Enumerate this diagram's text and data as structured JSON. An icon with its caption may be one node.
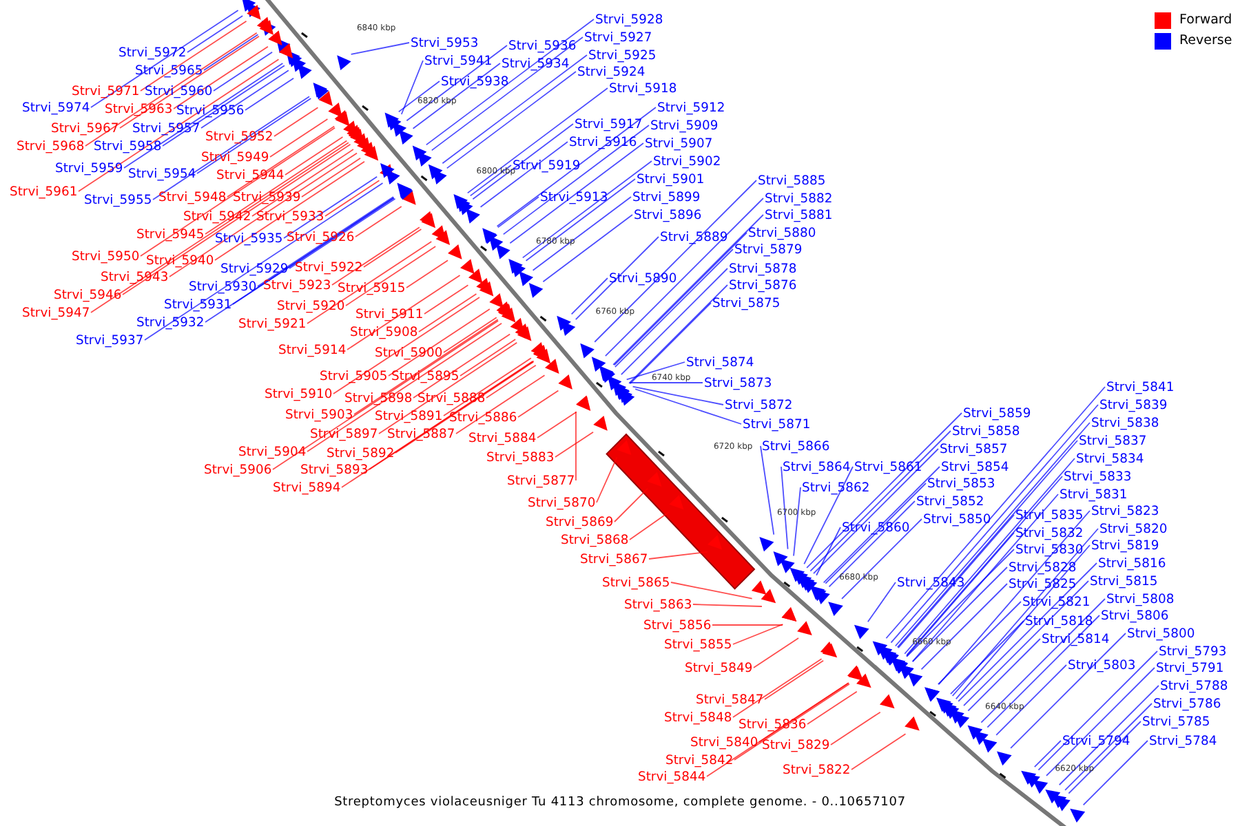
{
  "diagram": {
    "caption": "Streptomyces violaceusniger Tu 4113 chromosome, complete genome. - 0..10657107",
    "nodes": [
      {
        "text": [
          "Strvi_5928"
        ]
      },
      {
        "text": [
          "Strvi_5927"
        ]
      },
      {
        "text": [
          "Strvi_5953"
        ]
      },
      {
        "text": [
          "Strvi_5936"
        ]
      },
      {
        "text": [
          "Strvi_5972"
        ]
      },
      {
        "text": [
          "Strvi_5925"
        ]
      },
      {
        "text": [
          "Strvi_5941"
        ]
      },
      {
        "text": [
          "Strvi_5934"
        ]
      },
      {
        "text": [
          "Strvi_5965"
        ]
      },
      {
        "text": [
          "Strvi_5924"
        ]
      },
      {
        "text": [
          "Strvi_5938"
        ]
      },
      {
        "text": [
          "Strvi_5918"
        ]
      },
      {
        "text": [
          "Strvi_5971"
        ]
      },
      {
        "text": [
          "Strvi_5960"
        ]
      },
      {
        "text": [
          "Strvi_5974"
        ]
      },
      {
        "text": [
          "Strvi_5912"
        ]
      },
      {
        "text": [
          "Strvi_5963"
        ]
      },
      {
        "text": [
          "Strvi_5956"
        ]
      },
      {
        "text": [
          "Strvi_5917"
        ]
      },
      {
        "text": [
          "Strvi_5909"
        ]
      },
      {
        "text": [
          "Strvi_5967"
        ]
      },
      {
        "text": [
          "Strvi_5957"
        ]
      },
      {
        "text": [
          "Strvi_5952"
        ]
      },
      {
        "text": [
          "Strvi_5916"
        ]
      },
      {
        "text": [
          "Strvi_5907"
        ]
      },
      {
        "text": [
          "Strvi_5968"
        ]
      },
      {
        "text": [
          "Strvi_5958"
        ]
      },
      {
        "text": [
          "Strvi_5949"
        ]
      },
      {
        "text": [
          "Strvi_5902"
        ]
      },
      {
        "text": [
          "Strvi_5919"
        ]
      },
      {
        "text": [
          "Strvi_5959"
        ]
      },
      {
        "text": [
          "Strvi_5954"
        ]
      },
      {
        "text": [
          "Strvi_5944"
        ]
      },
      {
        "text": [
          "Strvi_5901"
        ]
      },
      {
        "text": [
          "Strvi_5885"
        ]
      },
      {
        "text": [
          "Strvi_5961"
        ]
      },
      {
        "text": [
          "Strvi_5948"
        ]
      },
      {
        "text": [
          "Strvi_5939"
        ]
      },
      {
        "text": [
          "Strvi_5913"
        ]
      },
      {
        "text": [
          "Strvi_5899"
        ]
      },
      {
        "text": [
          "Strvi_5882"
        ]
      },
      {
        "text": [
          "Strvi_5955"
        ]
      },
      {
        "text": [
          "Strvi_5896"
        ]
      },
      {
        "text": [
          "Strvi_5881"
        ]
      },
      {
        "text": [
          "Strvi_5942"
        ]
      },
      {
        "text": [
          "Strvi_5933"
        ]
      },
      {
        "text": [
          "Strvi_5880"
        ]
      },
      {
        "text": [
          "Strvi_5945"
        ]
      },
      {
        "text": [
          "Strvi_5926"
        ]
      },
      {
        "text": [
          "Strvi_5889"
        ]
      },
      {
        "text": [
          "Strvi_5935"
        ]
      },
      {
        "text": [
          "Strvi_5879"
        ]
      },
      {
        "text": [
          "Strvi_5950"
        ]
      },
      {
        "text": [
          "Strvi_5940"
        ]
      },
      {
        "text": [
          "Strvi_5922"
        ]
      },
      {
        "text": [
          "Strvi_5929"
        ]
      },
      {
        "text": [
          "Strvi_5878"
        ]
      },
      {
        "text": [
          "Strvi_5943"
        ]
      },
      {
        "text": [
          "Strvi_5890"
        ]
      },
      {
        "text": [
          "Strvi_5923"
        ]
      },
      {
        "text": [
          "Strvi_5930"
        ]
      },
      {
        "text": [
          "Strvi_5876"
        ]
      },
      {
        "text": [
          "Strvi_5915"
        ]
      },
      {
        "text": [
          "Strvi_5946"
        ]
      },
      {
        "text": [
          "Strvi_5875"
        ]
      },
      {
        "text": [
          "Strvi_5931"
        ]
      },
      {
        "text": [
          "Strvi_5920"
        ]
      },
      {
        "text": [
          "Strvi_5947"
        ]
      },
      {
        "text": [
          "Strvi_5911"
        ]
      },
      {
        "text": [
          "Strvi_5932"
        ]
      },
      {
        "text": [
          "Strvi_5921"
        ]
      },
      {
        "text": [
          "Strvi_5908"
        ]
      },
      {
        "text": [
          "Strvi_5937"
        ]
      },
      {
        "text": [
          "Strvi_5914"
        ]
      },
      {
        "text": [
          "Strvi_5900"
        ]
      },
      {
        "text": [
          "Strvi_5874"
        ]
      },
      {
        "text": [
          "Strvi_5905"
        ]
      },
      {
        "text": [
          "Strvi_5895"
        ]
      },
      {
        "text": [
          "Strvi_5873"
        ]
      },
      {
        "text": [
          "Strvi_5841"
        ]
      },
      {
        "text": [
          "Strvi_5910"
        ]
      },
      {
        "text": [
          "Strvi_5898"
        ]
      },
      {
        "text": [
          "Strvi_5888"
        ]
      },
      {
        "text": [
          "Strvi_5839"
        ]
      },
      {
        "text": [
          "Strvi_5872"
        ]
      },
      {
        "text": [
          "Strvi_5859"
        ]
      },
      {
        "text": [
          "Strvi_5903"
        ]
      },
      {
        "text": [
          "Strvi_5891"
        ]
      },
      {
        "text": [
          "Strvi_5886"
        ]
      },
      {
        "text": [
          "Strvi_5838"
        ]
      },
      {
        "text": [
          "Strvi_5871"
        ]
      },
      {
        "text": [
          "Strvi_5858"
        ]
      },
      {
        "text": [
          "Strvi_5897"
        ]
      },
      {
        "text": [
          "Strvi_5887"
        ]
      },
      {
        "text": [
          "Strvi_5884"
        ]
      },
      {
        "text": [
          "Strvi_5837"
        ]
      },
      {
        "text": [
          "Strvi_5866"
        ]
      },
      {
        "text": [
          "Strvi_5857"
        ]
      },
      {
        "text": [
          "Strvi_5904"
        ]
      },
      {
        "text": [
          "Strvi_5892"
        ]
      },
      {
        "text": [
          "Strvi_5883"
        ]
      },
      {
        "text": [
          "Strvi_5834"
        ]
      },
      {
        "text": [
          "Strvi_5864"
        ]
      },
      {
        "text": [
          "Strvi_5861"
        ]
      },
      {
        "text": [
          "Strvi_5854"
        ]
      },
      {
        "text": [
          "Strvi_5906"
        ]
      },
      {
        "text": [
          "Strvi_5893"
        ]
      },
      {
        "text": [
          "Strvi_5833"
        ]
      },
      {
        "text": [
          "Strvi_5877"
        ]
      },
      {
        "text": [
          "Strvi_5853"
        ]
      },
      {
        "text": [
          "Strvi_5894"
        ]
      },
      {
        "text": [
          "Strvi_5862"
        ]
      },
      {
        "text": [
          "Strvi_5831"
        ]
      },
      {
        "text": [
          "Strvi_5852"
        ]
      },
      {
        "text": [
          "Strvi_5870"
        ]
      },
      {
        "text": [
          "Strvi_5823"
        ]
      },
      {
        "text": [
          "Strvi_5835"
        ]
      },
      {
        "text": [
          "Strvi_5850"
        ]
      },
      {
        "text": [
          "Strvi_5869"
        ]
      },
      {
        "text": [
          "Strvi_5860"
        ]
      },
      {
        "text": [
          "Strvi_5820"
        ]
      },
      {
        "text": [
          "Strvi_5832"
        ]
      },
      {
        "text": [
          "Strvi_5868"
        ]
      },
      {
        "text": [
          "Strvi_5819"
        ]
      },
      {
        "text": [
          "Strvi_5830"
        ]
      },
      {
        "text": [
          "Strvi_5867"
        ]
      },
      {
        "text": [
          "Strvi_5816"
        ]
      },
      {
        "text": [
          "Strvi_5828"
        ]
      },
      {
        "text": [
          "Strvi_5815"
        ]
      },
      {
        "text": [
          "Strvi_5865"
        ]
      },
      {
        "text": [
          "Strvi_5843"
        ]
      },
      {
        "text": [
          "Strvi_5825"
        ]
      },
      {
        "text": [
          "Strvi_5808"
        ]
      },
      {
        "text": [
          "Strvi_5821"
        ]
      },
      {
        "text": [
          "Strvi_5863"
        ]
      },
      {
        "text": [
          "Strvi_5806"
        ]
      },
      {
        "text": [
          "Strvi_5818"
        ]
      },
      {
        "text": [
          "Strvi_5856"
        ]
      },
      {
        "text": [
          "Strvi_5800"
        ]
      },
      {
        "text": [
          "Strvi_5814"
        ]
      },
      {
        "text": [
          "Strvi_5855"
        ]
      },
      {
        "text": [
          "Strvi_5793"
        ]
      },
      {
        "text": [
          "Strvi_5803"
        ]
      },
      {
        "text": [
          "Strvi_5849"
        ]
      },
      {
        "text": [
          "Strvi_5791"
        ]
      },
      {
        "text": [
          "Strvi_5788"
        ]
      },
      {
        "text": [
          "Strvi_5847"
        ]
      },
      {
        "text": [
          "Strvi_5786"
        ]
      },
      {
        "text": [
          "Strvi_5848"
        ]
      },
      {
        "text": [
          "Strvi_5785"
        ]
      },
      {
        "text": [
          "Strvi_5836"
        ]
      },
      {
        "text": [
          "Strvi_5794"
        ]
      },
      {
        "text": [
          "Strvi_5784"
        ]
      },
      {
        "text": [
          "Strvi_5840"
        ]
      },
      {
        "text": [
          "Strvi_5829"
        ]
      },
      {
        "text": [
          "Strvi_5842"
        ]
      },
      {
        "text": [
          "Strvi_5822"
        ]
      },
      {
        "text": [
          "Strvi_5844"
        ]
      },
      {
        "text": [],
        "shape": "triangle"
      },
      {
        "text": [],
        "shape": "triangle"
      },
      {
        "text": [],
        "shape": "triangle"
      },
      {
        "text": [],
        "shape": "triangle"
      },
      {
        "text": [],
        "shape": "triangle"
      },
      {
        "text": [],
        "shape": "triangle"
      },
      {
        "text": [],
        "shape": "triangle"
      },
      {
        "text": [],
        "shape": "triangle"
      },
      {
        "text": [],
        "shape": "triangle"
      },
      {
        "text": [],
        "shape": "triangle"
      },
      {
        "text": [],
        "shape": "triangle"
      },
      {
        "text": [],
        "shape": "triangle"
      },
      {
        "text": [],
        "shape": "triangle"
      },
      {
        "text": [],
        "shape": "triangle"
      },
      {
        "text": [],
        "shape": "triangle"
      },
      {
        "text": [],
        "shape": "triangle"
      },
      {
        "text": [],
        "shape": "triangle"
      },
      {
        "text": [],
        "shape": "triangle"
      },
      {
        "text": [],
        "shape": "triangle"
      },
      {
        "text": [],
        "shape": "triangle"
      },
      {
        "text": [],
        "shape": "triangle"
      },
      {
        "text": [],
        "shape": "triangle"
      },
      {
        "text": [],
        "shape": "triangle"
      },
      {
        "text": [],
        "shape": "triangle"
      },
      {
        "text": [],
        "shape": "triangle"
      },
      {
        "text": [],
        "shape": "triangle"
      },
      {
        "text": [],
        "shape": "triangle"
      },
      {
        "text": [],
        "shape": "triangle"
      },
      {
        "text": [],
        "shape": "triangle"
      },
      {
        "text": [],
        "shape": "triangle"
      },
      {
        "text": [],
        "shape": "triangle"
      },
      {
        "text": [],
        "shape": "triangle"
      },
      {
        "text": [],
        "shape": "triangle"
      },
      {
        "text": [],
        "shape": "triangle"
      },
      {
        "text": [],
        "shape": "triangle"
      },
      {
        "text": [],
        "shape": "triangle"
      },
      {
        "text": [],
        "shape": "triangle"
      },
      {
        "text": [],
        "shape": "triangle"
      },
      {
        "text": [],
        "shape": "triangle"
      },
      {
        "text": [],
        "shape": "triangle"
      },
      {
        "text": [],
        "shape": "triangle"
      },
      {
        "text": [],
        "shape": "triangle"
      },
      {
        "text": [],
        "shape": "triangle"
      },
      {
        "text": [],
        "shape": "triangle"
      },
      {
        "text": [],
        "shape": "triangle"
      },
      {
        "text": [],
        "shape": "triangle"
      },
      {
        "text": [],
        "shape": "triangle"
      },
      {
        "text": [],
        "shape": "triangle"
      },
      {
        "text": [],
        "shape": "triangle"
      },
      {
        "text": [],
        "shape": "triangle"
      },
      {
        "text": [],
        "shape": "triangle"
      },
      {
        "text": [],
        "shape": "triangle"
      },
      {
        "text": [],
        "shape": "triangle"
      },
      {
        "text": [],
        "shape": "triangle"
      },
      {
        "text": [],
        "shape": "triangle"
      },
      {
        "text": [],
        "shape": "triangle"
      },
      {
        "text": [],
        "shape": "triangle"
      },
      {
        "text": [],
        "shape": "triangle"
      },
      {
        "text": [],
        "shape": "triangle"
      },
      {
        "text": [],
        "shape": "triangle"
      },
      {
        "text": [],
        "shape": "triangle"
      },
      {
        "text": [],
        "shape": "triangle"
      },
      {
        "text": [],
        "shape": "triangle"
      },
      {
        "text": [],
        "shape": "triangle"
      },
      {
        "text": [],
        "shape": "triangle"
      },
      {
        "text": [],
        "shape": "triangle"
      },
      {
        "text": [],
        "shape": "triangle"
      },
      {
        "text": [],
        "shape": "triangle"
      },
      {
        "text": [],
        "shape": "triangle"
      },
      {
        "text": [],
        "shape": "triangle"
      },
      {
        "text": [],
        "shape": "triangle"
      },
      {
        "text": [],
        "shape": "triangle"
      },
      {
        "text": [],
        "shape": "triangle"
      },
      {
        "text": [],
        "shape": "triangle"
      },
      {
        "text": [],
        "shape": "triangle"
      },
      {
        "text": [],
        "shape": "triangle"
      },
      {
        "text": [],
        "shape": "triangle"
      },
      {
        "text": [],
        "shape": "triangle"
      },
      {
        "text": [],
        "shape": "triangle"
      },
      {
        "text": [],
        "shape": "triangle"
      },
      {
        "text": [],
        "shape": "triangle"
      },
      {
        "text": [],
        "shape": "triangle"
      },
      {
        "text": [],
        "shape": "triangle"
      },
      {
        "text": [],
        "shape": "triangle"
      },
      {
        "text": [],
        "shape": "triangle"
      },
      {
        "text": [],
        "shape": "triangle"
      },
      {
        "text": [],
        "shape": "triangle"
      },
      {
        "text": [],
        "shape": "triangle"
      },
      {
        "text": [],
        "shape": "triangle"
      },
      {
        "text": [],
        "shape": "triangle"
      },
      {
        "text": [],
        "shape": "triangle"
      },
      {
        "text": [],
        "shape": "triangle"
      },
      {
        "text": [],
        "shape": "triangle"
      },
      {
        "text": [],
        "shape": "triangle"
      },
      {
        "text": [],
        "shape": "triangle"
      },
      {
        "text": [],
        "shape": "triangle"
      },
      {
        "text": [],
        "shape": "triangle"
      },
      {
        "text": [],
        "shape": "triangle"
      },
      {
        "text": [],
        "shape": "triangle"
      },
      {
        "text": [],
        "shape": "triangle"
      },
      {
        "text": [],
        "shape": "triangle"
      },
      {
        "text": [],
        "shape": "triangle"
      },
      {
        "text": [],
        "shape": "triangle"
      },
      {
        "text": [],
        "shape": "triangle"
      },
      {
        "text": [],
        "shape": "triangle"
      },
      {
        "text": [],
        "shape": "triangle"
      },
      {
        "text": [],
        "shape": "triangle"
      },
      {
        "text": [],
        "shape": "triangle"
      },
      {
        "text": [],
        "shape": "triangle"
      },
      {
        "text": [],
        "shape": "triangle"
      },
      {
        "text": [],
        "shape": "triangle"
      },
      {
        "text": [],
        "shape": "triangle"
      },
      {
        "text": [],
        "shape": "triangle"
      },
      {
        "text": [],
        "shape": "triangle"
      },
      {
        "text": [],
        "shape": "triangle"
      },
      {
        "text": [],
        "shape": "triangle"
      },
      {
        "text": [],
        "shape": "triangle"
      },
      {
        "text": [],
        "shape": "triangle"
      },
      {
        "text": [],
        "shape": "triangle"
      },
      {
        "text": [],
        "shape": "triangle"
      },
      {
        "text": [],
        "shape": "triangle"
      },
      {
        "text": [],
        "shape": "triangle"
      },
      {
        "text": [],
        "shape": "triangle"
      },
      {
        "text": [],
        "shape": "triangle"
      },
      {
        "text": [],
        "shape": "triangle"
      },
      {
        "text": [],
        "shape": "triangle"
      },
      {
        "text": [],
        "shape": "triangle"
      },
      {
        "text": [],
        "shape": "triangle"
      },
      {
        "text": [],
        "shape": "triangle"
      },
      {
        "text": [],
        "shape": "triangle"
      },
      {
        "text": [],
        "shape": "triangle"
      },
      {
        "text": [],
        "shape": "triangle"
      },
      {
        "text": [],
        "shape": "triangle"
      },
      {
        "text": [],
        "shape": "triangle"
      },
      {
        "text": [],
        "shape": "triangle"
      },
      {
        "text": [],
        "shape": "triangle"
      },
      {
        "text": [],
        "shape": "triangle"
      },
      {
        "text": [],
        "shape": "triangle"
      },
      {
        "text": [],
        "shape": "triangle"
      },
      {
        "text": [],
        "shape": "triangle"
      },
      {
        "text": [],
        "shape": "triangle"
      },
      {
        "text": [],
        "shape": "triangle"
      },
      {
        "text": [],
        "shape": "triangle"
      },
      {
        "text": [],
        "shape": "triangle"
      },
      {
        "text": [],
        "shape": "triangle"
      },
      {
        "text": [],
        "shape": "triangle"
      },
      {
        "text": [],
        "shape": "triangle"
      },
      {
        "text": [],
        "shape": "triangle"
      },
      {
        "text": [],
        "shape": "triangle"
      },
      {
        "text": [],
        "shape": "triangle"
      },
      {
        "text": [],
        "shape": "triangle"
      },
      {
        "text": [],
        "shape": "triangle"
      },
      {
        "text": [],
        "shape": "triangle"
      },
      {
        "text": [],
        "shape": "triangle"
      },
      {
        "text": [],
        "shape": "triangle"
      },
      {
        "text": [],
        "shape": "triangle"
      },
      {
        "text": [],
        "shape": "triangle"
      },
      {
        "text": [],
        "shape": "triangle"
      }
    ],
    "edges": [
      {
        "from": 0,
        "to": 158,
        "arrow": "none"
      },
      {
        "from": 1,
        "to": 159,
        "arrow": "none"
      },
      {
        "from": 2,
        "to": 160,
        "arrow": "none"
      },
      {
        "from": 3,
        "to": 161,
        "arrow": "none"
      },
      {
        "from": 4,
        "to": 162,
        "arrow": "none"
      },
      {
        "from": 5,
        "to": 163,
        "arrow": "none"
      },
      {
        "from": 6,
        "to": 164,
        "arrow": "none"
      },
      {
        "from": 7,
        "to": 165,
        "arrow": "none"
      },
      {
        "from": 8,
        "to": 166,
        "arrow": "none"
      },
      {
        "from": 9,
        "to": 167,
        "arrow": "none"
      },
      {
        "from": 10,
        "to": 168,
        "arrow": "none"
      },
      {
        "from": 11,
        "to": 169,
        "arrow": "none"
      },
      {
        "from": 12,
        "to": 170,
        "arrow": "none",
        "color": "#ff0000"
      },
      {
        "from": 13,
        "to": 171,
        "arrow": "none"
      },
      {
        "from": 14,
        "to": 172,
        "arrow": "none"
      },
      {
        "from": 15,
        "to": 173,
        "arrow": "none"
      },
      {
        "from": 16,
        "to": 174,
        "arrow": "none",
        "color": "#ff0000"
      },
      {
        "from": 17,
        "to": 175,
        "arrow": "none"
      },
      {
        "from": 18,
        "to": 176,
        "arrow": "none"
      },
      {
        "from": 19,
        "to": 177,
        "arrow": "none"
      },
      {
        "from": 20,
        "to": 178,
        "arrow": "none",
        "color": "#ff0000"
      },
      {
        "from": 21,
        "to": 179,
        "arrow": "none"
      },
      {
        "from": 22,
        "to": 180,
        "arrow": "none",
        "color": "#ff0000"
      },
      {
        "from": 23,
        "to": 181,
        "arrow": "none"
      },
      {
        "from": 24,
        "to": 182,
        "arrow": "none"
      },
      {
        "from": 25,
        "to": 183,
        "arrow": "none",
        "color": "#ff0000"
      },
      {
        "from": 26,
        "to": 184,
        "arrow": "none"
      },
      {
        "from": 27,
        "to": 185,
        "arrow": "none",
        "color": "#ff0000"
      },
      {
        "from": 28,
        "to": 186,
        "arrow": "none"
      },
      {
        "from": 29,
        "to": 187,
        "arrow": "none"
      },
      {
        "from": 30,
        "to": 188,
        "arrow": "none"
      },
      {
        "from": 31,
        "to": 189,
        "arrow": "none"
      },
      {
        "from": 32,
        "to": 190,
        "arrow": "none",
        "color": "#ff0000"
      },
      {
        "from": 33,
        "to": 191,
        "arrow": "none"
      },
      {
        "from": 34,
        "to": 192,
        "arrow": "none"
      },
      {
        "from": 35,
        "to": 193,
        "arrow": "none",
        "color": "#ff0000"
      },
      {
        "from": 36,
        "to": 194,
        "arrow": "none",
        "color": "#ff0000"
      },
      {
        "from": 37,
        "to": 195,
        "arrow": "none",
        "color": "#ff0000"
      },
      {
        "from": 38,
        "to": 196,
        "arrow": "none"
      },
      {
        "from": 39,
        "to": 197,
        "arrow": "none"
      },
      {
        "from": 40,
        "to": 198,
        "arrow": "none"
      },
      {
        "from": 41,
        "to": 199,
        "arrow": "none"
      },
      {
        "from": 42,
        "to": 200,
        "arrow": "none"
      },
      {
        "from": 43,
        "to": 201,
        "arrow": "none"
      },
      {
        "from": 44,
        "to": 202,
        "arrow": "none",
        "color": "#ff0000"
      },
      {
        "from": 45,
        "to": 203,
        "arrow": "none",
        "color": "#ff0000"
      },
      {
        "from": 46,
        "to": 204,
        "arrow": "none"
      },
      {
        "from": 47,
        "to": 205,
        "arrow": "none",
        "color": "#ff0000"
      },
      {
        "from": 48,
        "to": 206,
        "arrow": "none",
        "color": "#ff0000"
      },
      {
        "from": 49,
        "to": 207,
        "arrow": "none"
      },
      {
        "from": 50,
        "to": 208,
        "arrow": "none"
      },
      {
        "from": 51,
        "to": 209,
        "arrow": "none"
      },
      {
        "from": 52,
        "to": 210,
        "arrow": "none",
        "color": "#ff0000"
      },
      {
        "from": 53,
        "to": 211,
        "arrow": "none",
        "color": "#ff0000"
      },
      {
        "from": 54,
        "to": 212,
        "arrow": "none",
        "color": "#ff0000"
      },
      {
        "from": 55,
        "to": 213,
        "arrow": "none"
      },
      {
        "from": 56,
        "to": 214,
        "arrow": "none"
      },
      {
        "from": 57,
        "to": 215,
        "arrow": "none",
        "color": "#ff0000"
      },
      {
        "from": 58,
        "to": 216,
        "arrow": "none"
      },
      {
        "from": 59,
        "to": 217,
        "arrow": "none",
        "color": "#ff0000"
      },
      {
        "from": 60,
        "to": 218,
        "arrow": "none"
      },
      {
        "from": 61,
        "to": 219,
        "arrow": "none"
      },
      {
        "from": 62,
        "to": 220,
        "arrow": "none",
        "color": "#ff0000"
      },
      {
        "from": 63,
        "to": 221,
        "arrow": "none",
        "color": "#ff0000"
      },
      {
        "from": 64,
        "to": 222,
        "arrow": "none"
      },
      {
        "from": 65,
        "to": 223,
        "arrow": "none"
      },
      {
        "from": 66,
        "to": 224,
        "arrow": "none",
        "color": "#ff0000"
      },
      {
        "from": 67,
        "to": 225,
        "arrow": "none",
        "color": "#ff0000"
      },
      {
        "from": 68,
        "to": 226,
        "arrow": "none",
        "color": "#ff0000"
      },
      {
        "from": 69,
        "to": 227,
        "arrow": "none"
      },
      {
        "from": 70,
        "to": 228,
        "arrow": "none",
        "color": "#ff0000"
      },
      {
        "from": 71,
        "to": 229,
        "arrow": "none",
        "color": "#ff0000"
      },
      {
        "from": 72,
        "to": 230,
        "arrow": "none"
      },
      {
        "from": 73,
        "to": 231,
        "arrow": "none",
        "color": "#ff0000"
      },
      {
        "from": 74,
        "to": 232,
        "arrow": "none",
        "color": "#ff0000"
      },
      {
        "from": 75,
        "to": 233,
        "arrow": "none"
      },
      {
        "from": 76,
        "to": 234,
        "arrow": "none",
        "color": "#ff0000"
      },
      {
        "from": 77,
        "to": 235,
        "arrow": "none",
        "color": "#ff0000"
      },
      {
        "from": 78,
        "to": 236,
        "arrow": "none"
      },
      {
        "from": 79,
        "to": 237,
        "arrow": "none"
      },
      {
        "from": 80,
        "to": 238,
        "arrow": "none",
        "color": "#ff0000"
      },
      {
        "from": 81,
        "to": 239,
        "arrow": "none",
        "color": "#ff0000"
      },
      {
        "from": 82,
        "to": 240,
        "arrow": "none",
        "color": "#ff0000"
      },
      {
        "from": 83,
        "to": 241,
        "arrow": "none"
      },
      {
        "from": 84,
        "to": 242,
        "arrow": "none"
      },
      {
        "from": 85,
        "to": 243,
        "arrow": "none"
      },
      {
        "from": 86,
        "to": 244,
        "arrow": "none",
        "color": "#ff0000"
      },
      {
        "from": 87,
        "to": 245,
        "arrow": "none",
        "color": "#ff0000"
      },
      {
        "from": 88,
        "to": 246,
        "arrow": "none",
        "color": "#ff0000"
      },
      {
        "from": 89,
        "to": 247,
        "arrow": "none"
      },
      {
        "from": 90,
        "to": 248,
        "arrow": "none"
      },
      {
        "from": 91,
        "to": 249,
        "arrow": "none"
      },
      {
        "from": 92,
        "to": 250,
        "arrow": "none",
        "color": "#ff0000"
      },
      {
        "from": 93,
        "to": 251,
        "arrow": "none",
        "color": "#ff0000"
      },
      {
        "from": 94,
        "to": 252,
        "arrow": "none",
        "color": "#ff0000"
      },
      {
        "from": 95,
        "to": 253,
        "arrow": "none"
      },
      {
        "from": 96,
        "to": 254,
        "arrow": "none"
      },
      {
        "from": 97,
        "to": 255,
        "arrow": "none"
      },
      {
        "from": 98,
        "to": 256,
        "arrow": "none",
        "color": "#ff0000"
      },
      {
        "from": 99,
        "to": 257,
        "arrow": "none",
        "color": "#ff0000"
      },
      {
        "from": 100,
        "to": 258,
        "arrow": "none",
        "color": "#ff0000"
      },
      {
        "from": 101,
        "to": 259,
        "arrow": "none"
      },
      {
        "from": 102,
        "to": 260,
        "arrow": "none"
      },
      {
        "from": 103,
        "to": 261,
        "arrow": "none"
      },
      {
        "from": 104,
        "to": 262,
        "arrow": "none"
      },
      {
        "from": 105,
        "to": 263,
        "arrow": "none",
        "color": "#ff0000"
      },
      {
        "from": 106,
        "to": 264,
        "arrow": "none",
        "color": "#ff0000"
      },
      {
        "from": 107,
        "to": 265,
        "arrow": "none"
      },
      {
        "from": 108,
        "to": 266,
        "arrow": "none",
        "color": "#ff0000"
      },
      {
        "from": 109,
        "to": 267,
        "arrow": "none"
      },
      {
        "from": 110,
        "to": 268,
        "arrow": "none",
        "color": "#ff0000"
      },
      {
        "from": 111,
        "to": 269,
        "arrow": "none"
      },
      {
        "from": 112,
        "to": 270,
        "arrow": "none"
      },
      {
        "from": 113,
        "to": 271,
        "arrow": "none"
      },
      {
        "from": 114,
        "to": 272,
        "arrow": "none",
        "color": "#ff0000"
      },
      {
        "from": 115,
        "to": 273,
        "arrow": "none"
      },
      {
        "from": 116,
        "to": 274,
        "arrow": "none"
      },
      {
        "from": 117,
        "to": 275,
        "arrow": "none"
      },
      {
        "from": 118,
        "to": 276,
        "arrow": "none",
        "color": "#ff0000"
      },
      {
        "from": 119,
        "to": 277,
        "arrow": "none"
      },
      {
        "from": 120,
        "to": 278,
        "arrow": "none"
      },
      {
        "from": 121,
        "to": 279,
        "arrow": "none"
      },
      {
        "from": 122,
        "to": 280,
        "arrow": "none",
        "color": "#ff0000"
      },
      {
        "from": 123,
        "to": 281,
        "arrow": "none"
      },
      {
        "from": 124,
        "to": 282,
        "arrow": "none"
      },
      {
        "from": 125,
        "to": 283,
        "arrow": "none",
        "color": "#ff0000"
      },
      {
        "from": 126,
        "to": 284,
        "arrow": "none"
      },
      {
        "from": 127,
        "to": 285,
        "arrow": "none"
      },
      {
        "from": 128,
        "to": 286,
        "arrow": "none"
      },
      {
        "from": 129,
        "to": 287,
        "arrow": "none",
        "color": "#ff0000"
      },
      {
        "from": 130,
        "to": 288,
        "arrow": "none"
      },
      {
        "from": 131,
        "to": 289,
        "arrow": "none"
      },
      {
        "from": 132,
        "to": 290,
        "arrow": "none"
      },
      {
        "from": 133,
        "to": 291,
        "arrow": "none"
      },
      {
        "from": 134,
        "to": 292,
        "arrow": "none",
        "color": "#ff0000"
      },
      {
        "from": 135,
        "to": 293,
        "arrow": "none"
      },
      {
        "from": 136,
        "to": 294,
        "arrow": "none"
      },
      {
        "from": 137,
        "to": 295,
        "arrow": "none",
        "color": "#ff0000"
      },
      {
        "from": 138,
        "to": 296,
        "arrow": "none"
      },
      {
        "from": 139,
        "to": 297,
        "arrow": "none"
      },
      {
        "from": 140,
        "to": 298,
        "arrow": "none",
        "color": "#ff0000"
      },
      {
        "from": 141,
        "to": 299,
        "arrow": "none"
      },
      {
        "from": 142,
        "to": 300,
        "arrow": "none"
      },
      {
        "from": 143,
        "to": 301,
        "arrow": "none",
        "color": "#ff0000"
      },
      {
        "from": 144,
        "to": 302,
        "arrow": "none"
      },
      {
        "from": 145,
        "to": 303,
        "arrow": "none"
      },
      {
        "from": 146,
        "to": 304,
        "arrow": "none",
        "color": "#ff0000"
      },
      {
        "from": 147,
        "to": 305,
        "arrow": "none"
      },
      {
        "from": 148,
        "to": 306,
        "arrow": "none",
        "color": "#ff0000"
      },
      {
        "from": 149,
        "to": 307,
        "arrow": "none"
      },
      {
        "from": 150,
        "to": 308,
        "arrow": "none",
        "color": "#ff0000"
      },
      {
        "from": 151,
        "to": 309,
        "arrow": "none"
      },
      {
        "from": 152,
        "to": 310,
        "arrow": "none"
      },
      {
        "from": 153,
        "to": 311,
        "arrow": "none",
        "color": "#ff0000"
      },
      {
        "from": 154,
        "to": 312,
        "arrow": "none",
        "color": "#ff0000"
      },
      {
        "from": 155,
        "to": 313,
        "arrow": "none",
        "color": "#ff0000"
      },
      {
        "from": 156,
        "to": 314,
        "arrow": "none",
        "color": "#ff0000"
      },
      {
        "from": 157,
        "to": 315,
        "arrow": "none",
        "color": "#ff0000"
      }
    ],
    "labels": [
      "6840 kbp",
      "6820 kbp",
      "6800 kbp",
      "6780 kbp",
      "6760 kbp",
      "6740 kbp",
      "6720 kbp",
      "6700 kbp",
      "6680 kbp",
      "6660 kbp",
      "6640 kbp",
      "6620 kbp"
    ],
    "legend": [
      {
        "text": "Forward",
        "color": "#ff0000"
      },
      {
        "text": "Reverse",
        "color": "#0000ff"
      }
    ]
  }
}
